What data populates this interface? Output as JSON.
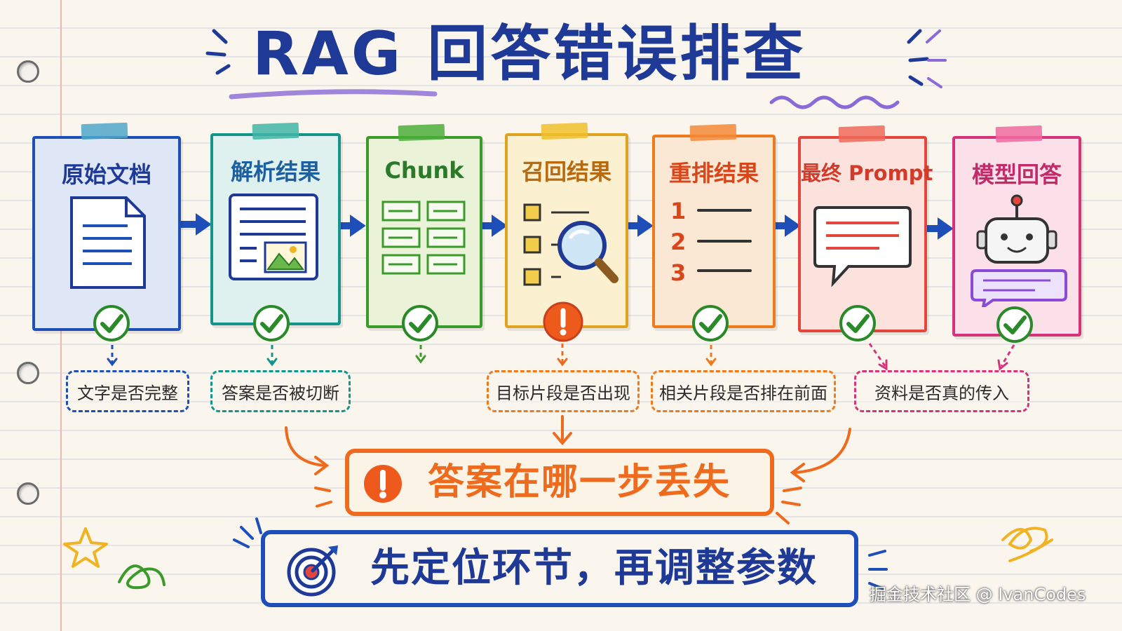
{
  "title": "RAG 回答错误排查",
  "colors": {
    "blue": "#1e4fb8",
    "teal": "#14958c",
    "green": "#3a9a2a",
    "yellow": "#e0a320",
    "orange": "#ee7a1c",
    "red": "#e2463c",
    "pink": "#d6337a",
    "alert": "#ee6a1c",
    "title": "#1e3a96"
  },
  "stages": [
    {
      "label": "原始文档",
      "icon": "document-icon",
      "status": "ok",
      "color": "#1e4fb8"
    },
    {
      "label": "解析结果",
      "icon": "parsed-page-icon",
      "status": "ok",
      "color": "#14958c"
    },
    {
      "label": "Chunk",
      "icon": "chunk-grid-icon",
      "status": "ok",
      "color": "#3a9a2a"
    },
    {
      "label": "召回结果",
      "icon": "magnifier-icon",
      "status": "warning",
      "color": "#e0a320"
    },
    {
      "label": "重排结果",
      "icon": "ranked-list-icon",
      "status": "ok",
      "color": "#ee7a1c"
    },
    {
      "label": "最终 Prompt",
      "icon": "speech-bubble-icon",
      "status": "ok",
      "color": "#e2463c"
    },
    {
      "label": "模型回答",
      "icon": "robot-icon",
      "status": "ok",
      "color": "#d6337a"
    }
  ],
  "checks": [
    {
      "text": "文字是否完整",
      "color": "#1e4fb8"
    },
    {
      "text": "答案是否被切断",
      "color": "#14958c"
    },
    {
      "text": "目标片段是否出现",
      "color": "#ee7a1c"
    },
    {
      "text": "相关片段是否排在前面",
      "color": "#ee7a1c"
    },
    {
      "text": "资料是否真的传入",
      "color": "#d6337a"
    }
  ],
  "list_numbers": [
    "1",
    "2",
    "3"
  ],
  "alert": {
    "text": "答案在哪一步丢失",
    "icon": "exclamation-icon"
  },
  "tip": {
    "text": "先定位环节，再调整参数",
    "icon": "target-icon"
  },
  "watermark": "掘金技术社区 @ IvanCodes"
}
